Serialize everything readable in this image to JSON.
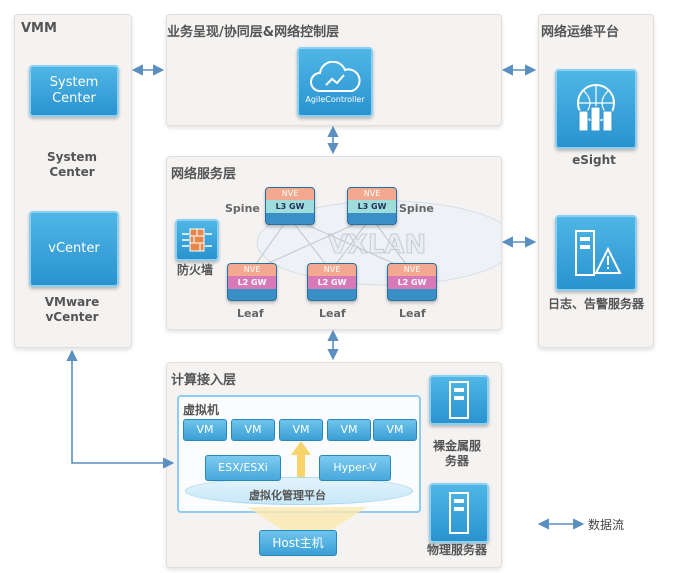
{
  "vmm": {
    "title": "VMM",
    "system_center_tile": "System Center",
    "system_center_caption": "System Center",
    "vcenter_tile": "vCenter",
    "vcenter_caption": "VMware vCenter"
  },
  "control_layer": {
    "title": "业务呈现/协同层&网络控制层",
    "agile_label": "AgileController"
  },
  "ops_platform": {
    "title": "网络运维平台",
    "esight_caption": "eSight",
    "log_caption": "日志、告警服务器"
  },
  "service_layer": {
    "title": "网络服务层",
    "firewall_caption": "防火墙",
    "spine_label": "Spine",
    "leaf_label": "Leaf",
    "vxlan_label": "VXLAN",
    "nve": "NVE",
    "l3gw": "L3 GW",
    "l2gw": "L2 GW"
  },
  "compute_layer": {
    "title": "计算接入层",
    "vm_group_title": "虚拟机",
    "vm_label": "VM",
    "esx_label": "ESX/ESXi",
    "hyperv_label": "Hyper-V",
    "virt_platform": "虚拟化管理平台",
    "host": "Host主机",
    "baremetal_caption": "裸金属服务器",
    "physical_caption": "物理服务器"
  },
  "legend": {
    "data_flow": "数据流"
  },
  "colors": {
    "tile_blue": "#2a93cf",
    "arrow_blue": "#5a8fc0",
    "nve_orange": "#f3a98f",
    "l3_teal": "#9fdcdc",
    "l2_pink": "#d879b8",
    "up_arrow_yellow": "#f6d36b"
  }
}
